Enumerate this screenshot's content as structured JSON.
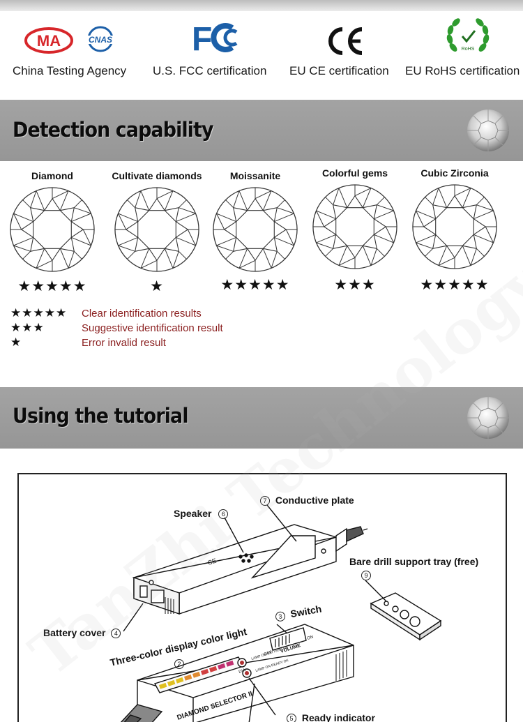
{
  "certifications": [
    {
      "label": "China Testing Agency",
      "logo_text": [
        "MA",
        "CNAS"
      ]
    },
    {
      "label": "U.S. FCC certification",
      "logo_text": "FC"
    },
    {
      "label": "EU CE certification",
      "logo_text": "CE"
    },
    {
      "label": "EU RoHS certification",
      "logo_text": "RoHS"
    }
  ],
  "detection": {
    "title": "Detection capability",
    "stones": [
      {
        "name": "Diamond",
        "rating": "★★★★★",
        "stars": 5
      },
      {
        "name": "Cultivate diamonds",
        "rating": "★",
        "stars": 1
      },
      {
        "name": "Moissanite",
        "rating": "★★★★★",
        "stars": 5
      },
      {
        "name": "Colorful gems",
        "rating": "★★★",
        "stars": 3
      },
      {
        "name": "Cubic Zirconia",
        "rating": "★★★★★",
        "stars": 5
      }
    ],
    "legend": [
      {
        "stars": "★★★★★",
        "text": "Clear identification results"
      },
      {
        "stars": "★★★",
        "text": "Suggestive identification result"
      },
      {
        "stars": "★",
        "text": "Error invalid result"
      }
    ]
  },
  "tutorial": {
    "title": "Using the tutorial",
    "labels": {
      "speaker": "Speaker",
      "speaker_num": "6",
      "conductive_plate": "Conductive plate",
      "conductive_plate_num": "7",
      "tray": "Bare drill support tray (free)",
      "tray_num": "9",
      "battery_cover": "Battery cover",
      "battery_cover_num": "4",
      "switch": "Switch",
      "switch_num": "3",
      "display_light": "Three-color display color light",
      "display_light_num": "2",
      "ready_indicator": "Ready indicator",
      "ready_indicator_num": "5",
      "device_name": "DIAMOND SELECTOR II",
      "volume": "VOLUME",
      "off": "OFF",
      "on": "ON",
      "lamp_battery": "LAMP ON BATTERY OK",
      "lamp_ready": "LAMP ON READY OK",
      "dia": "DIA",
      "ce_mark": "CE"
    }
  },
  "watermark": "TanZhi Technology",
  "colors": {
    "band": "#9d9d9d",
    "legend_text": "#8a1e1e",
    "cma_red": "#d7262a",
    "fcc_blue": "#1c5fa8",
    "rohs_green": "#2e9b2e"
  }
}
